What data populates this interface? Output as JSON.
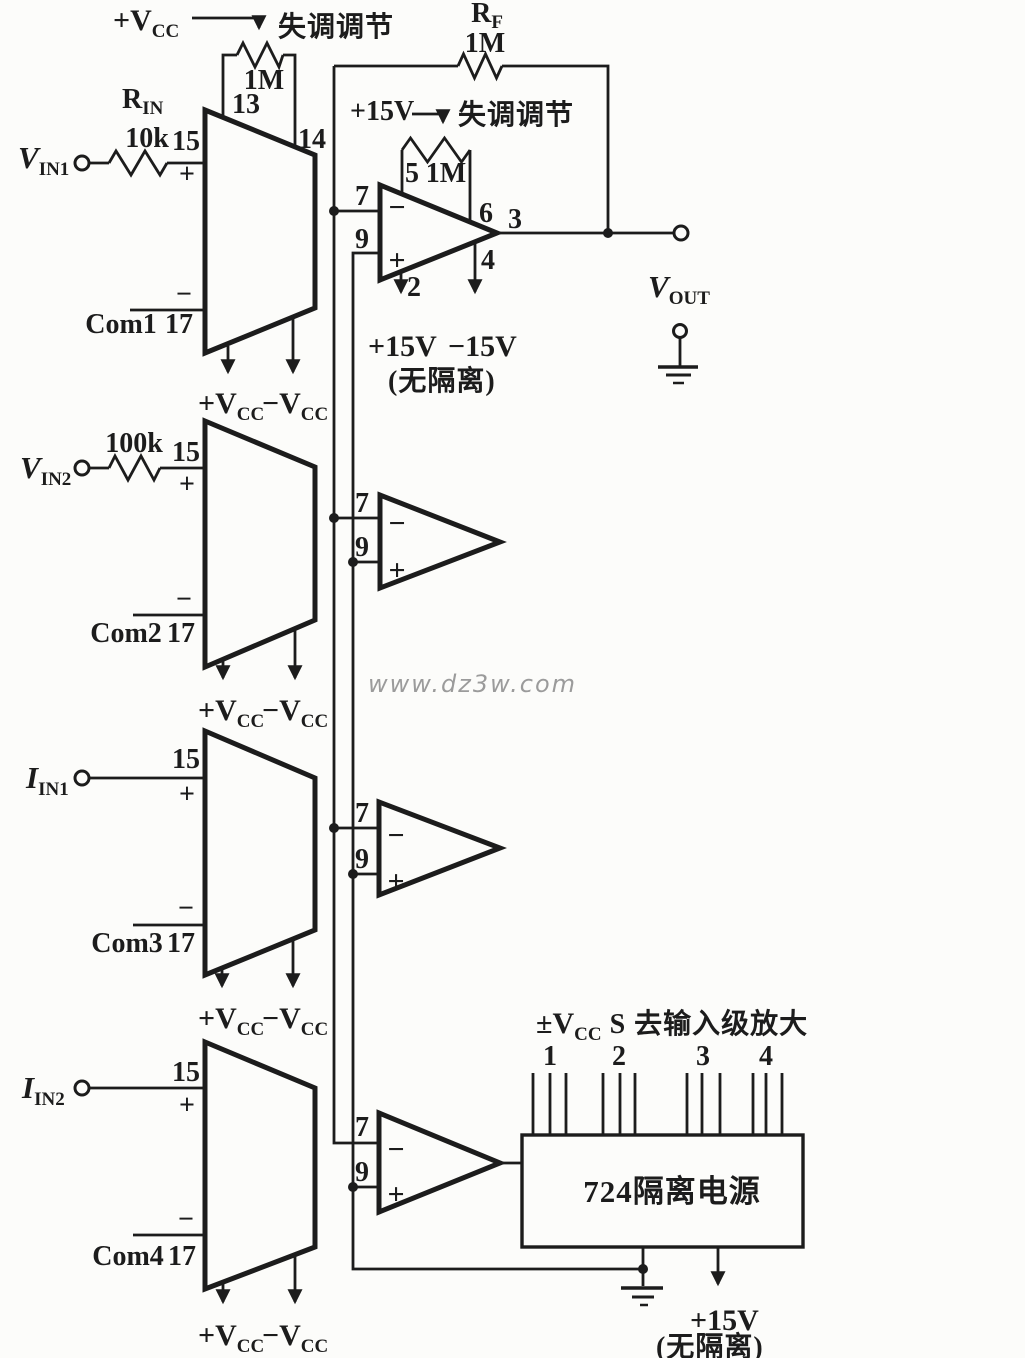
{
  "colors": {
    "ink": "#1c1c1c",
    "paper": "#fcfcfa",
    "watermark": "#9b9b9b"
  },
  "watermark": "www.dz3w.com",
  "top_pot": {
    "vcc": {
      "m": "+V",
      "s": "CC"
    },
    "offset_adjust": "失调调节",
    "value": "1M",
    "pin13": "13",
    "pin14": "14"
  },
  "rin": {
    "label": {
      "m": "R",
      "s": "IN"
    },
    "value": "10k"
  },
  "rf": {
    "label": {
      "m": "R",
      "s": "F"
    },
    "value": "1M"
  },
  "amp1": {
    "supply": "+15V",
    "offset_adjust": "失调调节",
    "pin5": "5",
    "pot_value": "1M",
    "pin7": "7",
    "pin9": "9",
    "pin6": "6",
    "pin3": "3",
    "pin2": "2",
    "pin4": "4",
    "inv": "−",
    "noninv": "+",
    "rail_pos": "+15V",
    "rail_neg": "−15V",
    "note": "(无隔离)"
  },
  "amp_pins": {
    "pin7": "7",
    "pin9": "9",
    "inv": "−",
    "noninv": "+"
  },
  "channels": [
    {
      "name": {
        "m": "V",
        "s": "IN1"
      },
      "pin15": "15",
      "plus": "+",
      "minus": "−",
      "com": "Com1",
      "pin17": "17",
      "vcc_pos": {
        "m": "+V",
        "s": "CC"
      },
      "vcc_neg": {
        "m": "−V",
        "s": "CC"
      }
    },
    {
      "name": {
        "m": "V",
        "s": "IN2"
      },
      "res_value": "100k",
      "pin15": "15",
      "plus": "+",
      "minus": "−",
      "com": "Com2",
      "pin17": "17",
      "vcc_pos": {
        "m": "+V",
        "s": "CC"
      },
      "vcc_neg": {
        "m": "−V",
        "s": "CC"
      }
    },
    {
      "name": {
        "m": "I",
        "s": "IN1"
      },
      "pin15": "15",
      "plus": "+",
      "minus": "−",
      "com": "Com3",
      "pin17": "17",
      "vcc_pos": {
        "m": "+V",
        "s": "CC"
      },
      "vcc_neg": {
        "m": "−V",
        "s": "CC"
      }
    },
    {
      "name": {
        "m": "I",
        "s": "IN2"
      },
      "pin15": "15",
      "plus": "+",
      "minus": "−",
      "com": "Com4",
      "pin17": "17",
      "vcc_pos": {
        "m": "+V",
        "s": "CC"
      },
      "vcc_neg": {
        "m": "−V",
        "s": "CC"
      }
    }
  ],
  "output": {
    "vout": {
      "m": "V",
      "s": "OUT"
    }
  },
  "psu": {
    "title_main": "±V",
    "title_sub": "CC",
    "title_rest": "S 去输入级放大",
    "groups": [
      "1",
      "2",
      "3",
      "4"
    ],
    "label": "724隔离电源",
    "rail": "+15V",
    "note": "(无隔离)"
  }
}
